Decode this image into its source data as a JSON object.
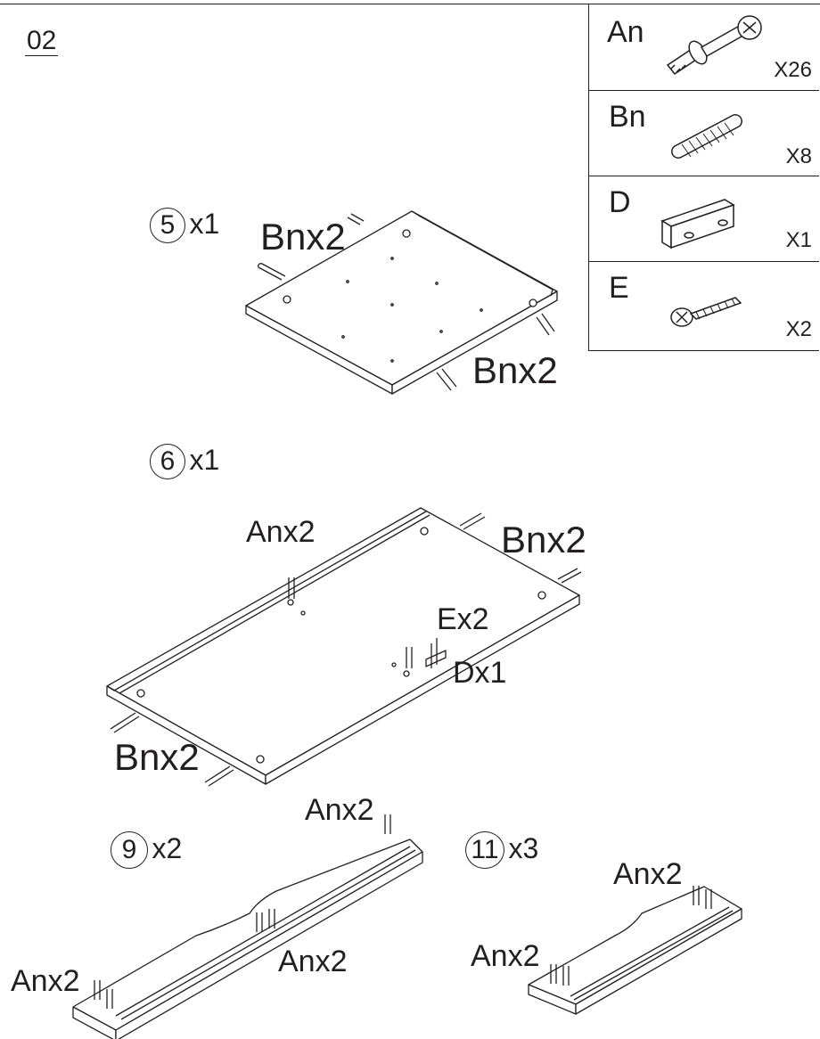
{
  "step": {
    "number": "02"
  },
  "parts": [
    {
      "code": "An",
      "qty": "X26",
      "icon": "cam-bolt-icon"
    },
    {
      "code": "Bn",
      "qty": "X8",
      "icon": "wood-dowel-icon"
    },
    {
      "code": "D",
      "qty": "X1",
      "icon": "l-bracket-icon"
    },
    {
      "code": "E",
      "qty": "X2",
      "icon": "screw-icon"
    }
  ],
  "assemblies": {
    "panel5": {
      "num": "5",
      "count": "x1",
      "labels": [
        "Bnx2",
        "Bnx2"
      ]
    },
    "panel6": {
      "num": "6",
      "count": "x1",
      "labels": [
        "Anx2",
        "Bnx2",
        "Ex2",
        "Dx1",
        "Bnx2"
      ]
    },
    "panel9": {
      "num": "9",
      "count": "x2",
      "labels": [
        "Anx2",
        "Anx2",
        "Anx2"
      ]
    },
    "panel11": {
      "num": "11",
      "count": "x3",
      "labels": [
        "Anx2",
        "Anx2"
      ]
    }
  }
}
